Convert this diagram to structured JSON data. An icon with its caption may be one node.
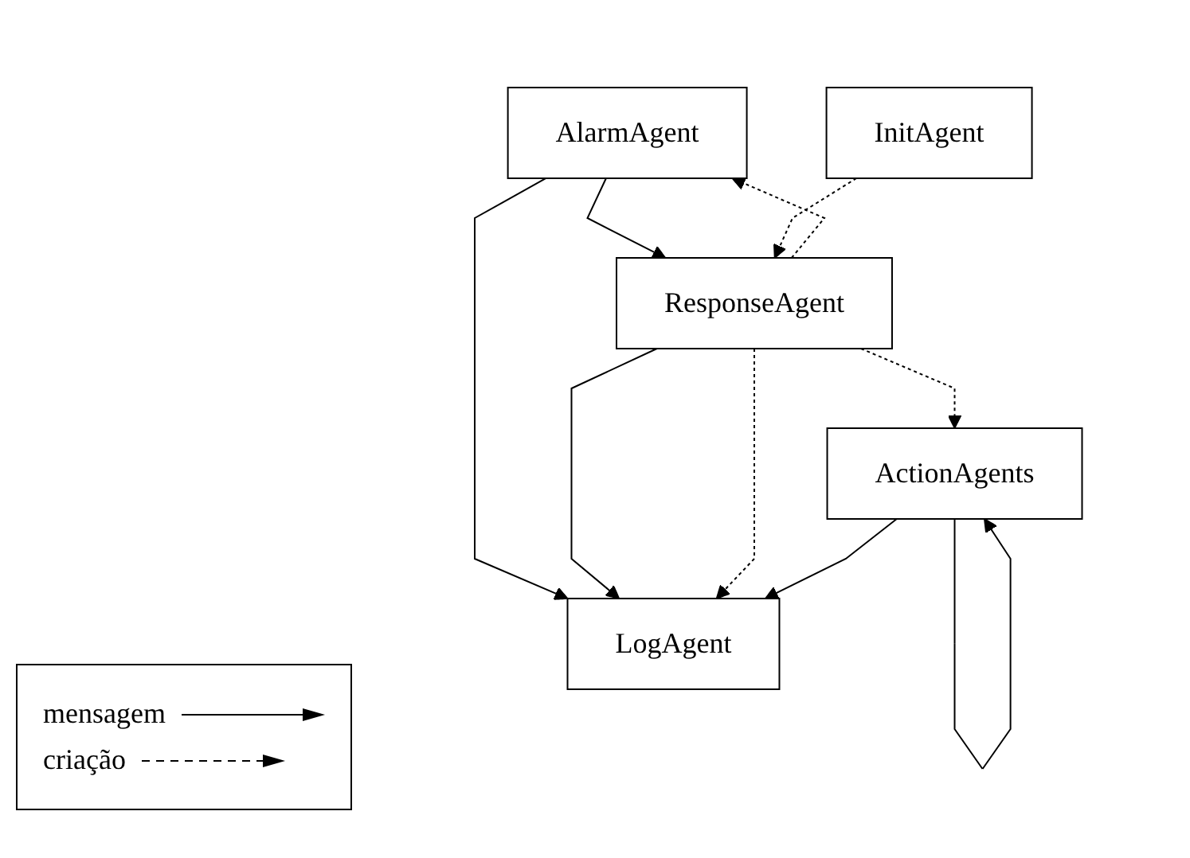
{
  "diagram": {
    "nodes": [
      {
        "text": [
          "AlarmAgent"
        ]
      },
      {
        "text": [
          "InitAgent"
        ]
      },
      {
        "text": [
          "ResponseAgent"
        ]
      },
      {
        "text": [
          "LogAgent"
        ]
      },
      {
        "text": [
          "ActionAgents"
        ]
      }
    ],
    "edges": [
      {
        "from": 0,
        "to": 2,
        "arrow": "to"
      },
      {
        "from": 0,
        "to": 3,
        "arrow": "to"
      },
      {
        "from": 2,
        "to": 0,
        "arrow": "to",
        "style": "dashed"
      },
      {
        "from": 1,
        "to": 2,
        "arrow": "to",
        "style": "dashed"
      },
      {
        "from": 2,
        "to": 3,
        "arrow": "to"
      },
      {
        "from": 2,
        "to": 3,
        "arrow": "to",
        "style": "dashed"
      },
      {
        "from": 2,
        "to": 4,
        "arrow": "to",
        "style": "dashed"
      },
      {
        "from": 4,
        "to": 3,
        "arrow": "to"
      },
      {
        "from": 4,
        "to": 4,
        "arrow": "to"
      }
    ],
    "legend": [
      {
        "text": "mensagem"
      },
      {
        "text": "criação"
      }
    ]
  }
}
